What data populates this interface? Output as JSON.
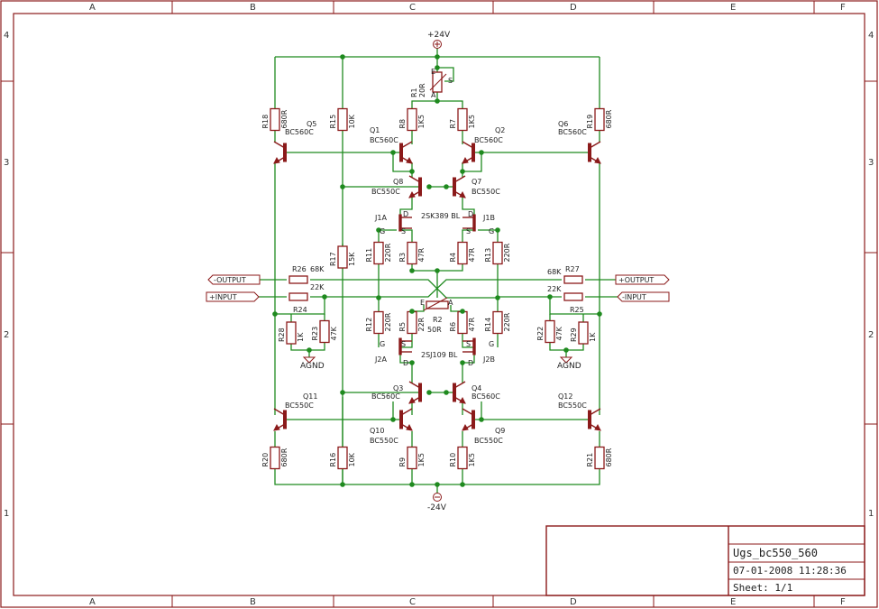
{
  "frame": {
    "cols": [
      "A",
      "B",
      "C",
      "D",
      "E",
      "F"
    ],
    "rows": [
      "4",
      "3",
      "2",
      "1"
    ]
  },
  "title_block": {
    "name": "Ugs_bc550_560",
    "date": "07-01-2008 11:28:36",
    "sheet": "Sheet: 1/1"
  },
  "supplies": {
    "pos": "+24V",
    "neg": "-24V"
  },
  "ground_label": "AGND",
  "ports": {
    "out_left": "-OUTPUT",
    "in_left": "+INPUT",
    "out_right": "+OUTPUT",
    "in_right": "-INPUT"
  },
  "resistors": {
    "R1": {
      "name": "R1",
      "value": "20R"
    },
    "R2": {
      "name": "R2",
      "value": "50R"
    },
    "R3": {
      "name": "R3",
      "value": "47R"
    },
    "R4": {
      "name": "R4",
      "value": "47R"
    },
    "R5": {
      "name": "R5",
      "value": "22R"
    },
    "R6": {
      "name": "R6",
      "value": "47R"
    },
    "R7": {
      "name": "R7",
      "value": "1K5"
    },
    "R8": {
      "name": "R8",
      "value": "1K5"
    },
    "R9": {
      "name": "R9",
      "value": "1K5"
    },
    "R10": {
      "name": "R10",
      "value": "1K5"
    },
    "R11": {
      "name": "R11",
      "value": "220R"
    },
    "R12": {
      "name": "R12",
      "value": "220R"
    },
    "R13": {
      "name": "R13",
      "value": "220R"
    },
    "R14": {
      "name": "R14",
      "value": "220R"
    },
    "R15": {
      "name": "R15",
      "value": "10K"
    },
    "R16": {
      "name": "R16",
      "value": "10K"
    },
    "R17": {
      "name": "R17",
      "value": "15K"
    },
    "R18": {
      "name": "R18",
      "value": "680R"
    },
    "R19": {
      "name": "R19",
      "value": "680R"
    },
    "R20": {
      "name": "R20",
      "value": "680R"
    },
    "R21": {
      "name": "R21",
      "value": "680R"
    },
    "R22": {
      "name": "R22",
      "value": "47K"
    },
    "R23": {
      "name": "R23",
      "value": "47K"
    },
    "R24": {
      "name": "R24",
      "value": "22K"
    },
    "R25": {
      "name": "R25",
      "value": "22K"
    },
    "R26": {
      "name": "R26",
      "value": "68K"
    },
    "R27": {
      "name": "R27",
      "value": "68K"
    },
    "R28": {
      "name": "R28",
      "value": "1K"
    },
    "R29": {
      "name": "R29",
      "value": "1K"
    }
  },
  "transistors": {
    "Q1": {
      "name": "Q1",
      "type": "BC560C"
    },
    "Q2": {
      "name": "Q2",
      "type": "BC560C"
    },
    "Q3": {
      "name": "Q3",
      "type": "BC560C"
    },
    "Q4": {
      "name": "Q4",
      "type": "BC560C"
    },
    "Q5": {
      "name": "Q5",
      "type": "BC560C"
    },
    "Q6": {
      "name": "Q6",
      "type": "BC560C"
    },
    "Q7": {
      "name": "Q7",
      "type": "BC550C"
    },
    "Q8": {
      "name": "Q8",
      "type": "BC550C"
    },
    "Q9": {
      "name": "Q9",
      "type": "BC550C"
    },
    "Q10": {
      "name": "Q10",
      "type": "BC550C"
    },
    "Q11": {
      "name": "Q11",
      "type": "BC550C"
    },
    "Q12": {
      "name": "Q12",
      "type": "BC550C"
    }
  },
  "jfets": {
    "J1A": "J1A",
    "J1B": "J1B",
    "J2A": "J2A",
    "J2B": "J2B",
    "J1_type": "2SK389 BL",
    "J2_type": "2SJ109 BL"
  },
  "pins": {
    "D": "D",
    "S": "S",
    "G": "G",
    "E": "E",
    "A": "A"
  }
}
